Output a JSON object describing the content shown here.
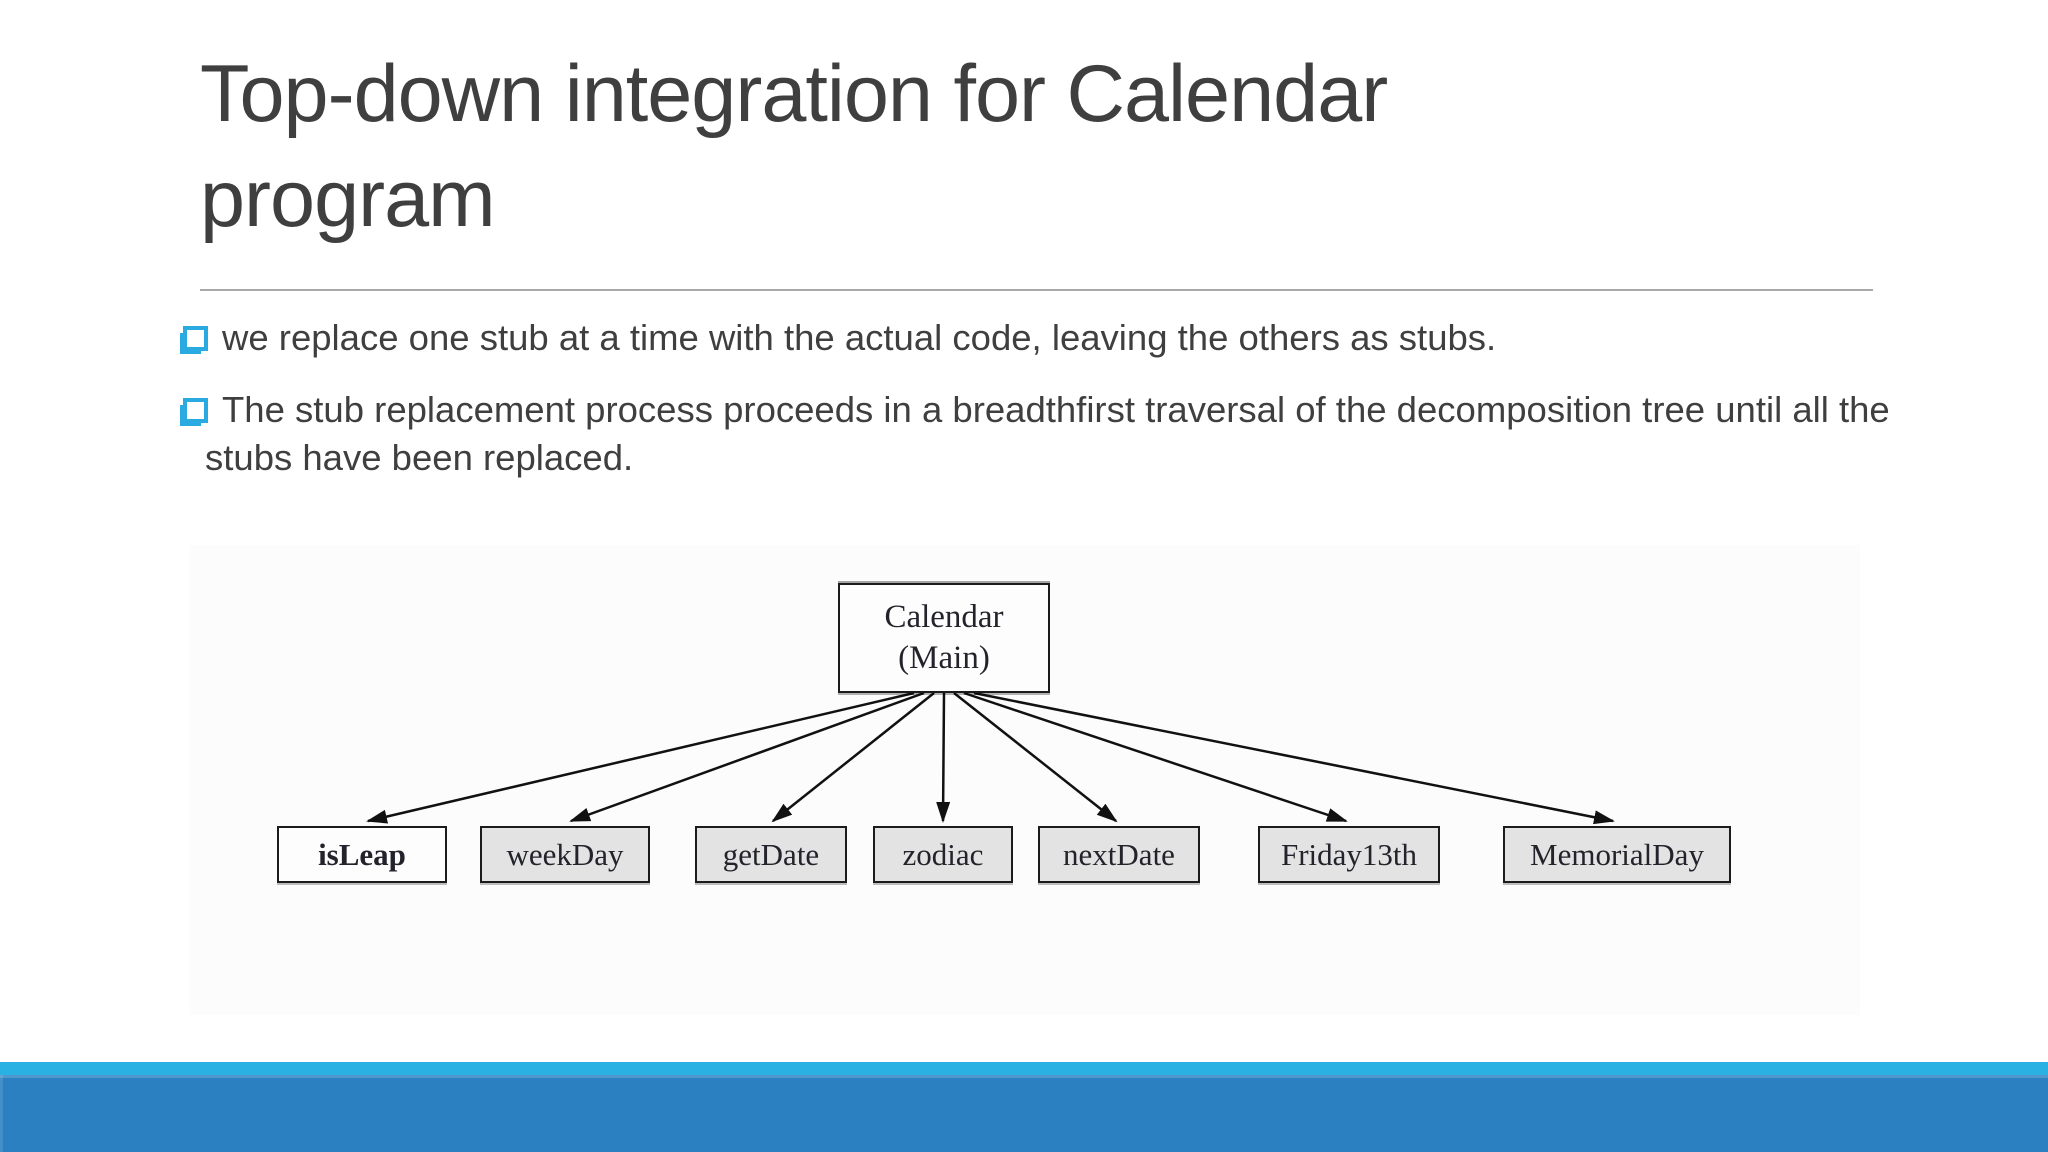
{
  "slide": {
    "title_line1": "Top-down integration for Calendar",
    "title_line2": "program",
    "bullets": [
      "we replace one stub at a time with the actual code, leaving the others as stubs.",
      "The stub replacement process proceeds in a breadthfirst traversal of the decomposition tree until all the stubs have been replaced."
    ]
  },
  "diagram": {
    "root": {
      "line1": "Calendar",
      "line2": "(Main)"
    },
    "children": [
      {
        "label": "isLeap",
        "highlighted": true
      },
      {
        "label": "weekDay",
        "highlighted": false
      },
      {
        "label": "getDate",
        "highlighted": false
      },
      {
        "label": "zodiac",
        "highlighted": false
      },
      {
        "label": "nextDate",
        "highlighted": false
      },
      {
        "label": "Friday13th",
        "highlighted": false
      },
      {
        "label": "MemorialDay",
        "highlighted": false
      }
    ],
    "edges": [
      {
        "from": "Calendar (Main)",
        "to": "isLeap"
      },
      {
        "from": "Calendar (Main)",
        "to": "weekDay"
      },
      {
        "from": "Calendar (Main)",
        "to": "getDate"
      },
      {
        "from": "Calendar (Main)",
        "to": "zodiac"
      },
      {
        "from": "Calendar (Main)",
        "to": "nextDate"
      },
      {
        "from": "Calendar (Main)",
        "to": "Friday13th"
      },
      {
        "from": "Calendar (Main)",
        "to": "MemorialDay"
      }
    ]
  },
  "colors": {
    "accent_cyan": "#29ABE2",
    "footer_strip": "#29B1E3",
    "footer_bar": "#2A80C0",
    "text_color": "#3F3F3F",
    "divider_color": "#A9A9A9"
  }
}
